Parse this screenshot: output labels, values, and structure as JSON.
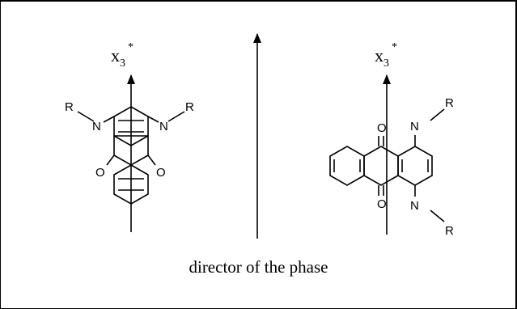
{
  "axis_label": {
    "base": "x",
    "sub": "3",
    "sup": "*"
  },
  "atoms": {
    "nitrogen": "N",
    "oxygen": "O",
    "r_group": "R"
  },
  "caption": "director of the phase"
}
